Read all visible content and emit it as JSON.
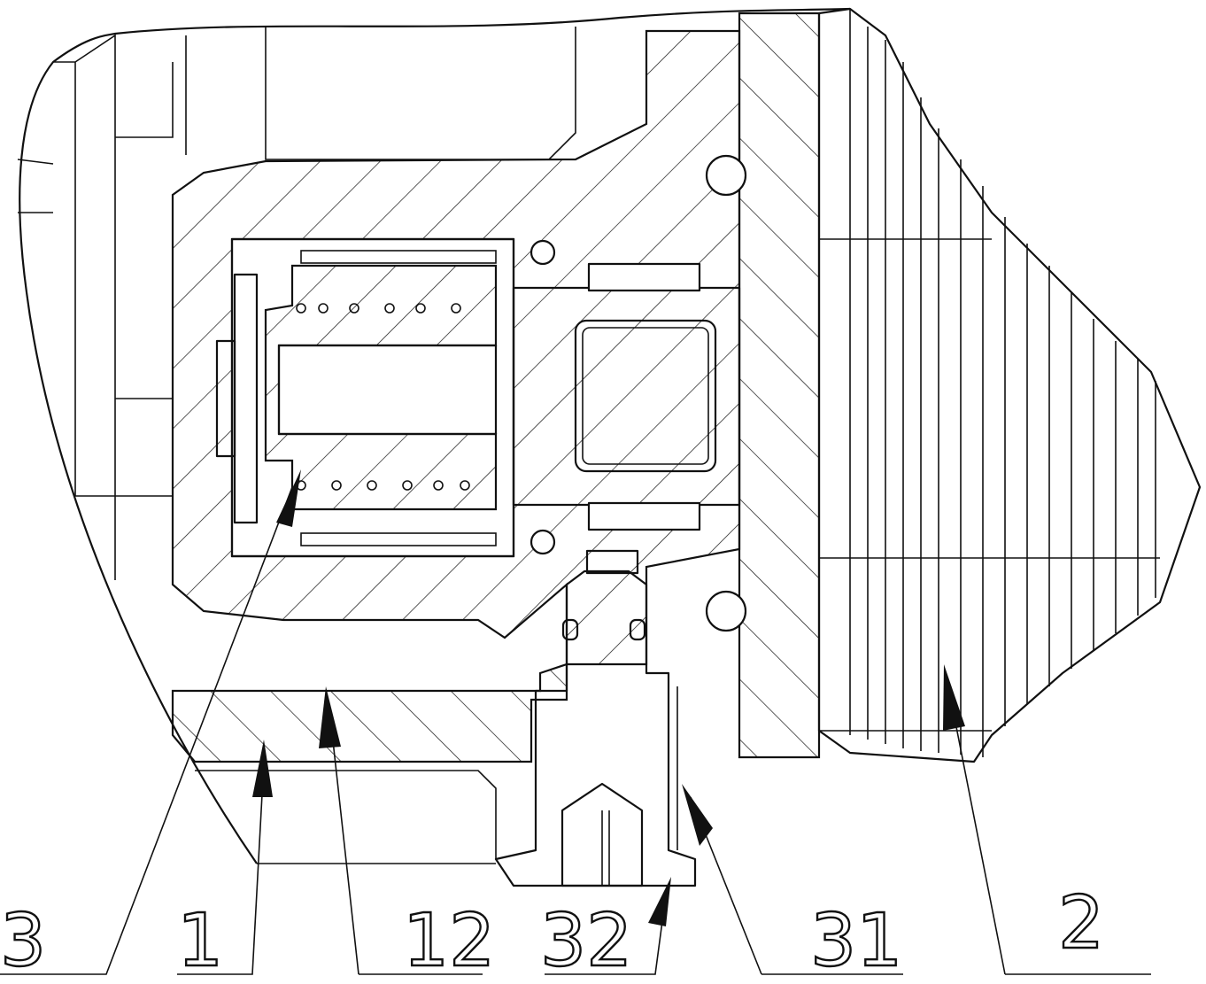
{
  "drawing": {
    "labels": {
      "l3": "3",
      "l1": "1",
      "l12": "12",
      "l32": "32",
      "l31": "31",
      "l2": "2"
    }
  }
}
